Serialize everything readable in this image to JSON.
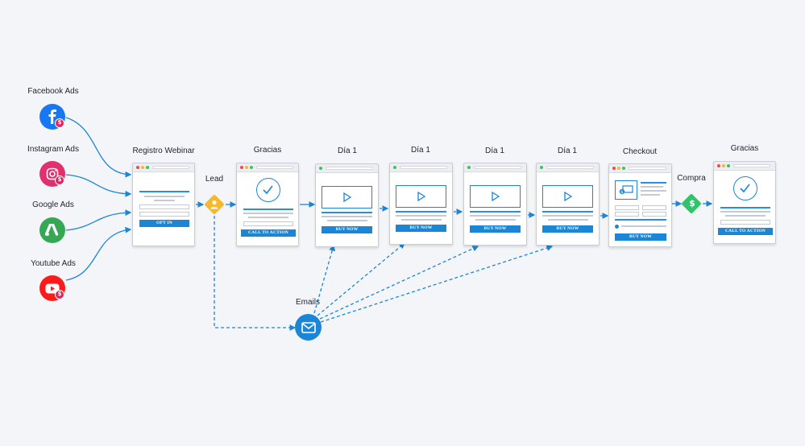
{
  "sources": [
    {
      "label": "Facebook Ads",
      "icon": "facebook-icon",
      "color": "#1877f2"
    },
    {
      "label": "Instagram Ads",
      "icon": "instagram-icon",
      "color": "#e1306c"
    },
    {
      "label": "Google Ads",
      "icon": "google-ads-icon",
      "color": "#34a853"
    },
    {
      "label": "Youtube Ads",
      "icon": "youtube-icon",
      "color": "#ff0000"
    }
  ],
  "steps": {
    "registro": {
      "title": "Registro Webinar",
      "button": "OPT IN"
    },
    "gracias1": {
      "title": "Gracias",
      "button": "CALL TO ACTION"
    },
    "dia1": {
      "title": "Día 1",
      "button": "BUY NOW"
    },
    "dia2": {
      "title": "Día 1",
      "button": "BUY NOW"
    },
    "dia3": {
      "title": "Día 1",
      "button": "BUY NOW"
    },
    "dia4": {
      "title": "Día 1",
      "button": "BUY NOW"
    },
    "checkout": {
      "title": "Checkout",
      "button": "BUY NOW"
    },
    "gracias2": {
      "title": "Gracias",
      "button": "CALL TO ACTION"
    }
  },
  "connectors": {
    "lead": "Lead",
    "compra": "Compra",
    "emails": "Emails"
  },
  "colors": {
    "arrow": "#1b86d6",
    "lead": "#f5b82e",
    "compra": "#2fc46b",
    "email": "#1b86d6",
    "badge": "#e0245e"
  }
}
